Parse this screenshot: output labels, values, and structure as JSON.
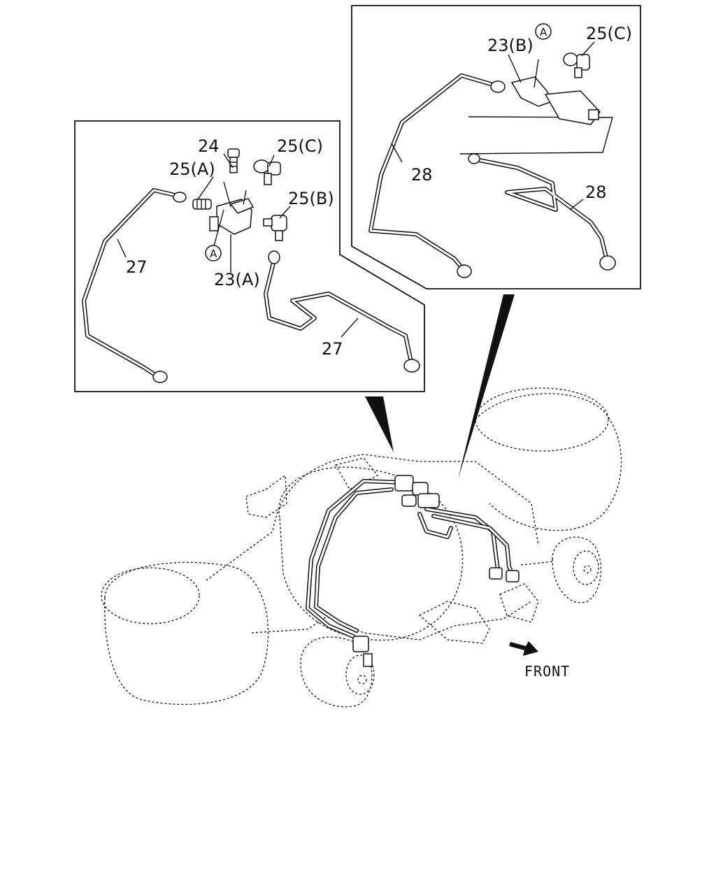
{
  "diagram": {
    "labels": {
      "l24": "24",
      "l25a": "25(A)",
      "l25c_left": "25(C)",
      "l25b": "25(B)",
      "l23a": "23(A)",
      "l27_upper": "27",
      "l27_lower": "27",
      "l23b": "23(B)",
      "l25c_right": "25(C)",
      "l28_left": "28",
      "l28_right": "28",
      "front": "FRONT"
    },
    "reference_marks": {
      "left": "A",
      "right": "A"
    }
  }
}
